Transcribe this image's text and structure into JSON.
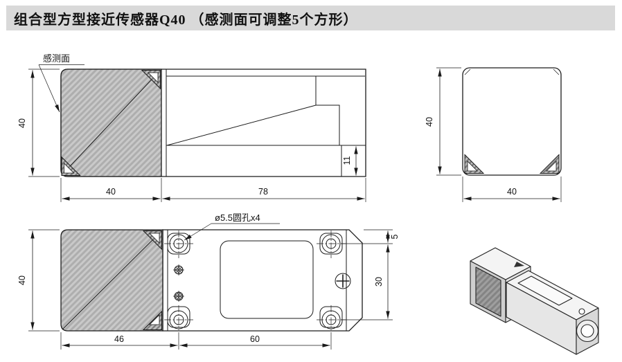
{
  "title": "组合型方型接近传感器Q40 （感测面可调整5个方形）",
  "side_view": {
    "sensing_face_label": "感测面",
    "dim_height": "40",
    "dim_head_width": "40",
    "dim_body_width": "78",
    "dim_step_height": "11"
  },
  "front_view": {
    "dim_height": "40",
    "dim_width": "40"
  },
  "top_view": {
    "hole_label": "ø5.5圆孔x4",
    "dim_height": "40",
    "dim_head_width": "46",
    "dim_hole_span": "60",
    "dim_edge_to_hole": "5",
    "dim_hole_pitch": "30"
  },
  "colors": {
    "title_bar_bg": "#d9d9d9",
    "line_color": "#1a1a1a"
  }
}
